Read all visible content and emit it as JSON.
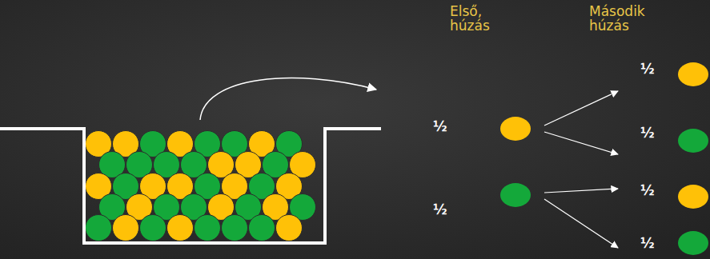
{
  "diagram": {
    "labels": [
      "Első, húzás",
      "Második húzás",
      "½",
      "½",
      "½",
      "½",
      "½",
      "½"
    ]
  }
}
